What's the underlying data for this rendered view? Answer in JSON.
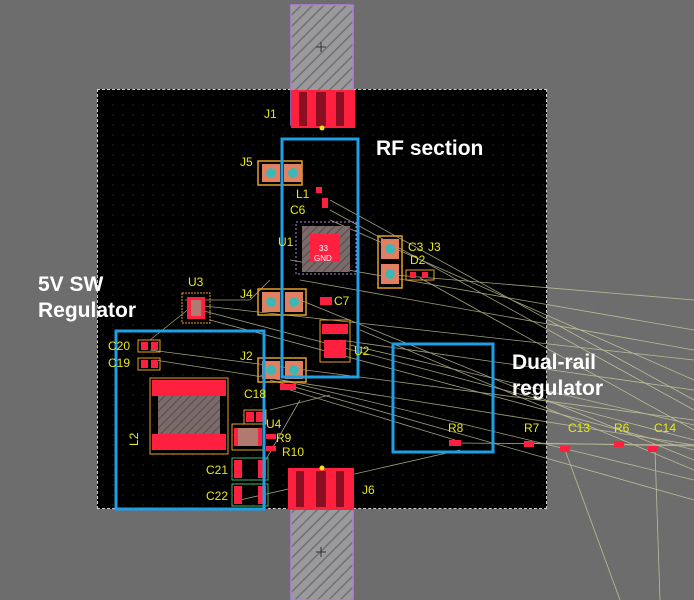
{
  "annotations": {
    "rf_section": "RF section",
    "sw_regulator_line1": "5V SW",
    "sw_regulator_line2": "Regulator",
    "dual_rail_line1": "Dual-rail",
    "dual_rail_line2": "regulator"
  },
  "designators": {
    "J1": "J1",
    "J2": "J2",
    "J3": "J3",
    "J4": "J4",
    "J5": "J5",
    "J6": "J6",
    "L1": "L1",
    "L2": "L2",
    "C3": "C3",
    "C6": "C6",
    "C7": "C7",
    "C13": "C13",
    "C14": "C14",
    "C18": "C18",
    "C19": "C19",
    "C20": "C20",
    "C21": "C21",
    "C22": "C22",
    "U1": "U1",
    "U2": "U2",
    "U3": "U3",
    "U4": "U4",
    "D2": "D2",
    "R6": "R6",
    "R7": "R7",
    "R8": "R8",
    "R9": "R9",
    "R10": "R10",
    "pad_33": "33",
    "pad_gnd": "GND"
  },
  "colors": {
    "board": "#000000",
    "copper": "#ff1f3f",
    "silkscreen": "#e8e814",
    "highlight_box": "#1fa0e6",
    "ratsnest": "#d8d8a8",
    "pad_drill": "#3fb6b6",
    "keepout": "#b37fd9"
  }
}
